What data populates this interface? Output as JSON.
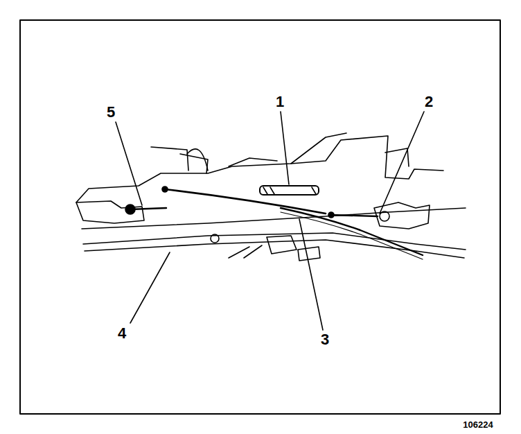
{
  "diagram": {
    "labels": [
      "5",
      "1",
      "2",
      "4",
      "3",
      "106224"
    ]
  }
}
